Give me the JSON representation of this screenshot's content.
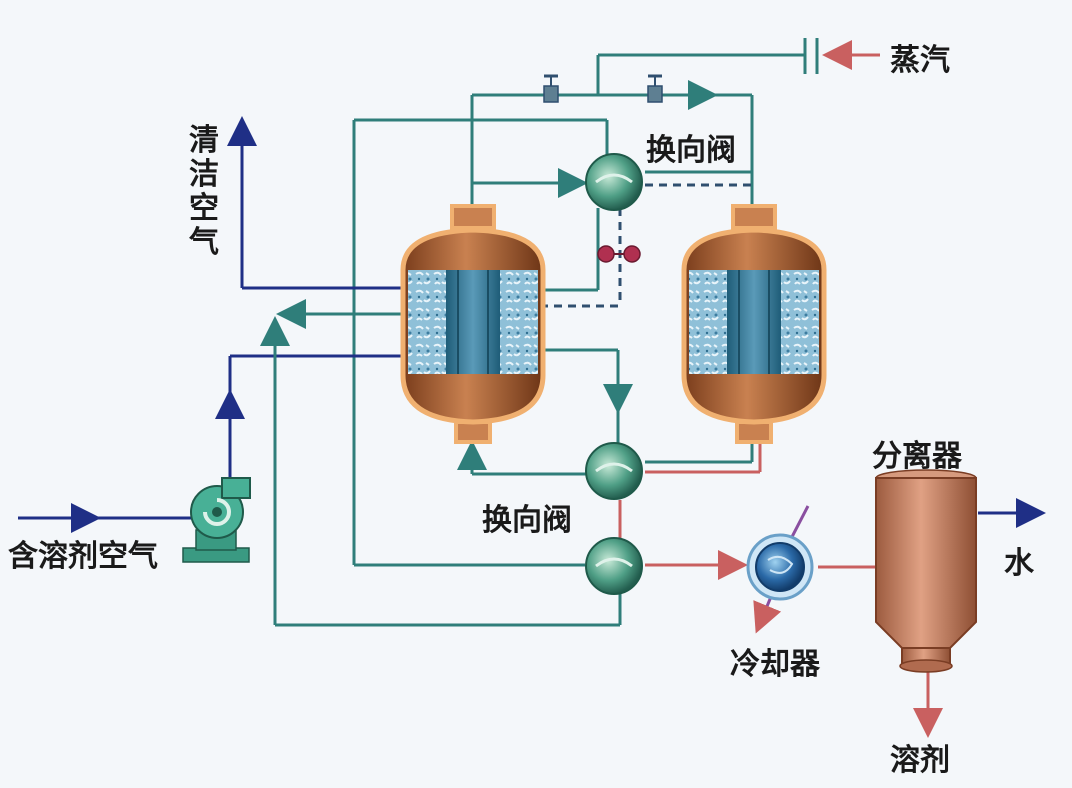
{
  "labels": {
    "steam": "蒸汽",
    "clean_air": "清洁空气",
    "switch_valve_top": "换向阀",
    "switch_valve_mid": "换向阀",
    "solvent_air": "含溶剂空气",
    "separator": "分离器",
    "water": "水",
    "cooler": "冷却器",
    "solvent": "溶剂"
  },
  "colors": {
    "teal_pipe": "#2f7e7a",
    "navy_pipe": "#1f2f86",
    "steam_pipe": "#c96060",
    "vessel_copper": "#b36a3c",
    "vessel_rim": "#f0b070",
    "bed_blue": "#7fb5cf",
    "valve_green": "#3f8f7f",
    "cooler_blue": "#2b6aa8",
    "separator_copper": "#c27a5a"
  }
}
